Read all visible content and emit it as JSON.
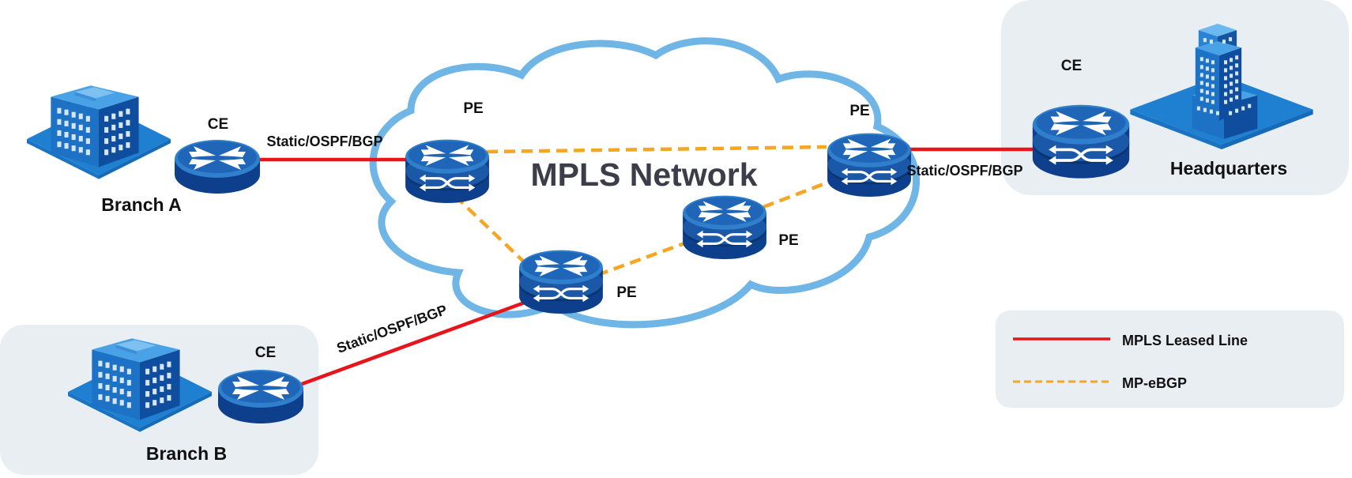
{
  "title": "MPLS Network",
  "colors": {
    "leased_line": "#e8141c",
    "mp_ebgp": "#f5a623",
    "cloud_stroke": "#6fb5e6",
    "site_panel": "#e9eef3",
    "router_dark": "#0d3f8c",
    "router_light": "#2f7fcd",
    "title_text": "#3d3d4a"
  },
  "sites": {
    "branch_a": {
      "name": "Branch A",
      "router_label": "CE"
    },
    "branch_b": {
      "name": "Branch B",
      "router_label": "CE"
    },
    "headquarters": {
      "name": "Headquarters",
      "router_label": "CE"
    }
  },
  "pe_routers": {
    "pe_left": "PE",
    "pe_right": "PE",
    "pe_middle": "PE",
    "pe_bottom": "PE"
  },
  "links": {
    "branch_a_protocol": "Static/OSPF/BGP",
    "hq_protocol": "Static/OSPF/BGP",
    "branch_b_protocol": "Static/OSPF/BGP"
  },
  "legend": {
    "leased_line": "MPLS Leased Line",
    "mp_ebgp": "MP-eBGP"
  }
}
